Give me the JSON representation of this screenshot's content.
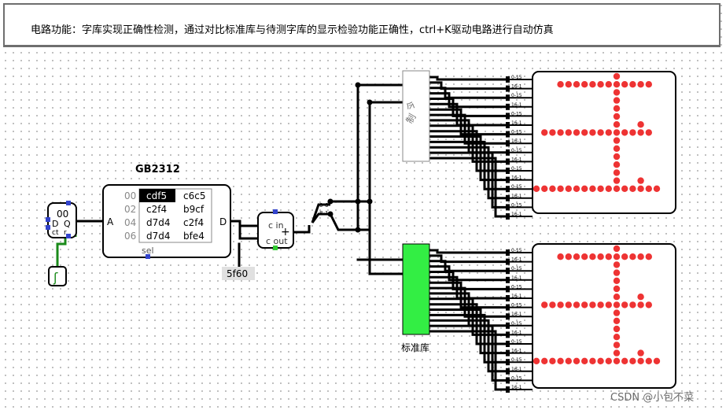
{
  "description": "电路功能：字库实现正确性检测，通过对比标准库与待测字库的显示检验功能正确性，ctrl+K驱动电路进行自动仿真",
  "counter": {
    "value": "00",
    "label_d": "D",
    "label_q": "Q",
    "label_ct": "ct",
    "label_r": "r"
  },
  "clock": {
    "symbol": "ʃ"
  },
  "rom": {
    "title": "GB2312",
    "port_a": "A",
    "port_d": "D",
    "sel_label": "sel",
    "rows": [
      {
        "addr": "00",
        "c1": "cdf5",
        "c2": "c6c5"
      },
      {
        "addr": "02",
        "c1": "c2f4",
        "c2": "b9cf"
      },
      {
        "addr": "04",
        "c1": "d7d4",
        "c2": "c2f4"
      },
      {
        "addr": "06",
        "c1": "d7d4",
        "c2": "bfe4"
      }
    ]
  },
  "adder": {
    "label_cin": "c in",
    "label_cout": "c out",
    "plus": "+"
  },
  "constant": "5f60",
  "splitter": {
    "top": "0-6",
    "bottom": "8-1"
  },
  "lib_test": {
    "label": "制",
    "label2": "今"
  },
  "lib_std": {
    "label": "标准库",
    "color": "#33ee44"
  },
  "row_split_labels": [
    "0-15",
    "16-1"
  ],
  "display": {
    "led_color": "#ee3333",
    "glyph_rows": [
      "..........x.....",
      "...xxxxxxxxxxxx.",
      "..........x.....",
      "..........x.....",
      "..........x.....",
      "..........x.....",
      "..........x..x..",
      ".xxxxxxxxxxxxxx.",
      "..........x.....",
      "..........x.....",
      "..........x.....",
      "..........x.....",
      "..........x.....",
      "..........x..x..",
      "xxxxxxxxxxxxxxxx",
      "................"
    ]
  },
  "watermark": "CSDN @小包不菜"
}
